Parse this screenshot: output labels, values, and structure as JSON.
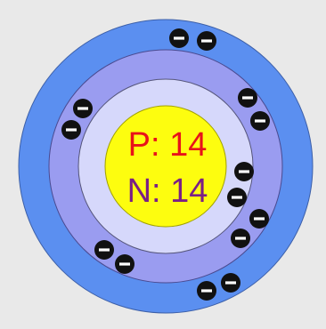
{
  "nucleus": {
    "protons_label": "P: 14",
    "neutrons_label": "N: 14"
  },
  "electron": {
    "symbol": "−"
  },
  "shells": [
    {
      "name": "shell-1",
      "electron_count": 2
    },
    {
      "name": "shell-2",
      "electron_count": 8
    },
    {
      "name": "shell-3",
      "electron_count": 4
    }
  ],
  "colors": {
    "background": "#e9e9e9",
    "outer_shell": "#5b8ff0",
    "middle_shell": "#9a9cf0",
    "inner_shell": "#d6d8fb",
    "nucleus_fill": "#fdfd0f",
    "proton_text": "#e8121a",
    "neutron_text": "#7b1f86",
    "electron": "#111111"
  }
}
